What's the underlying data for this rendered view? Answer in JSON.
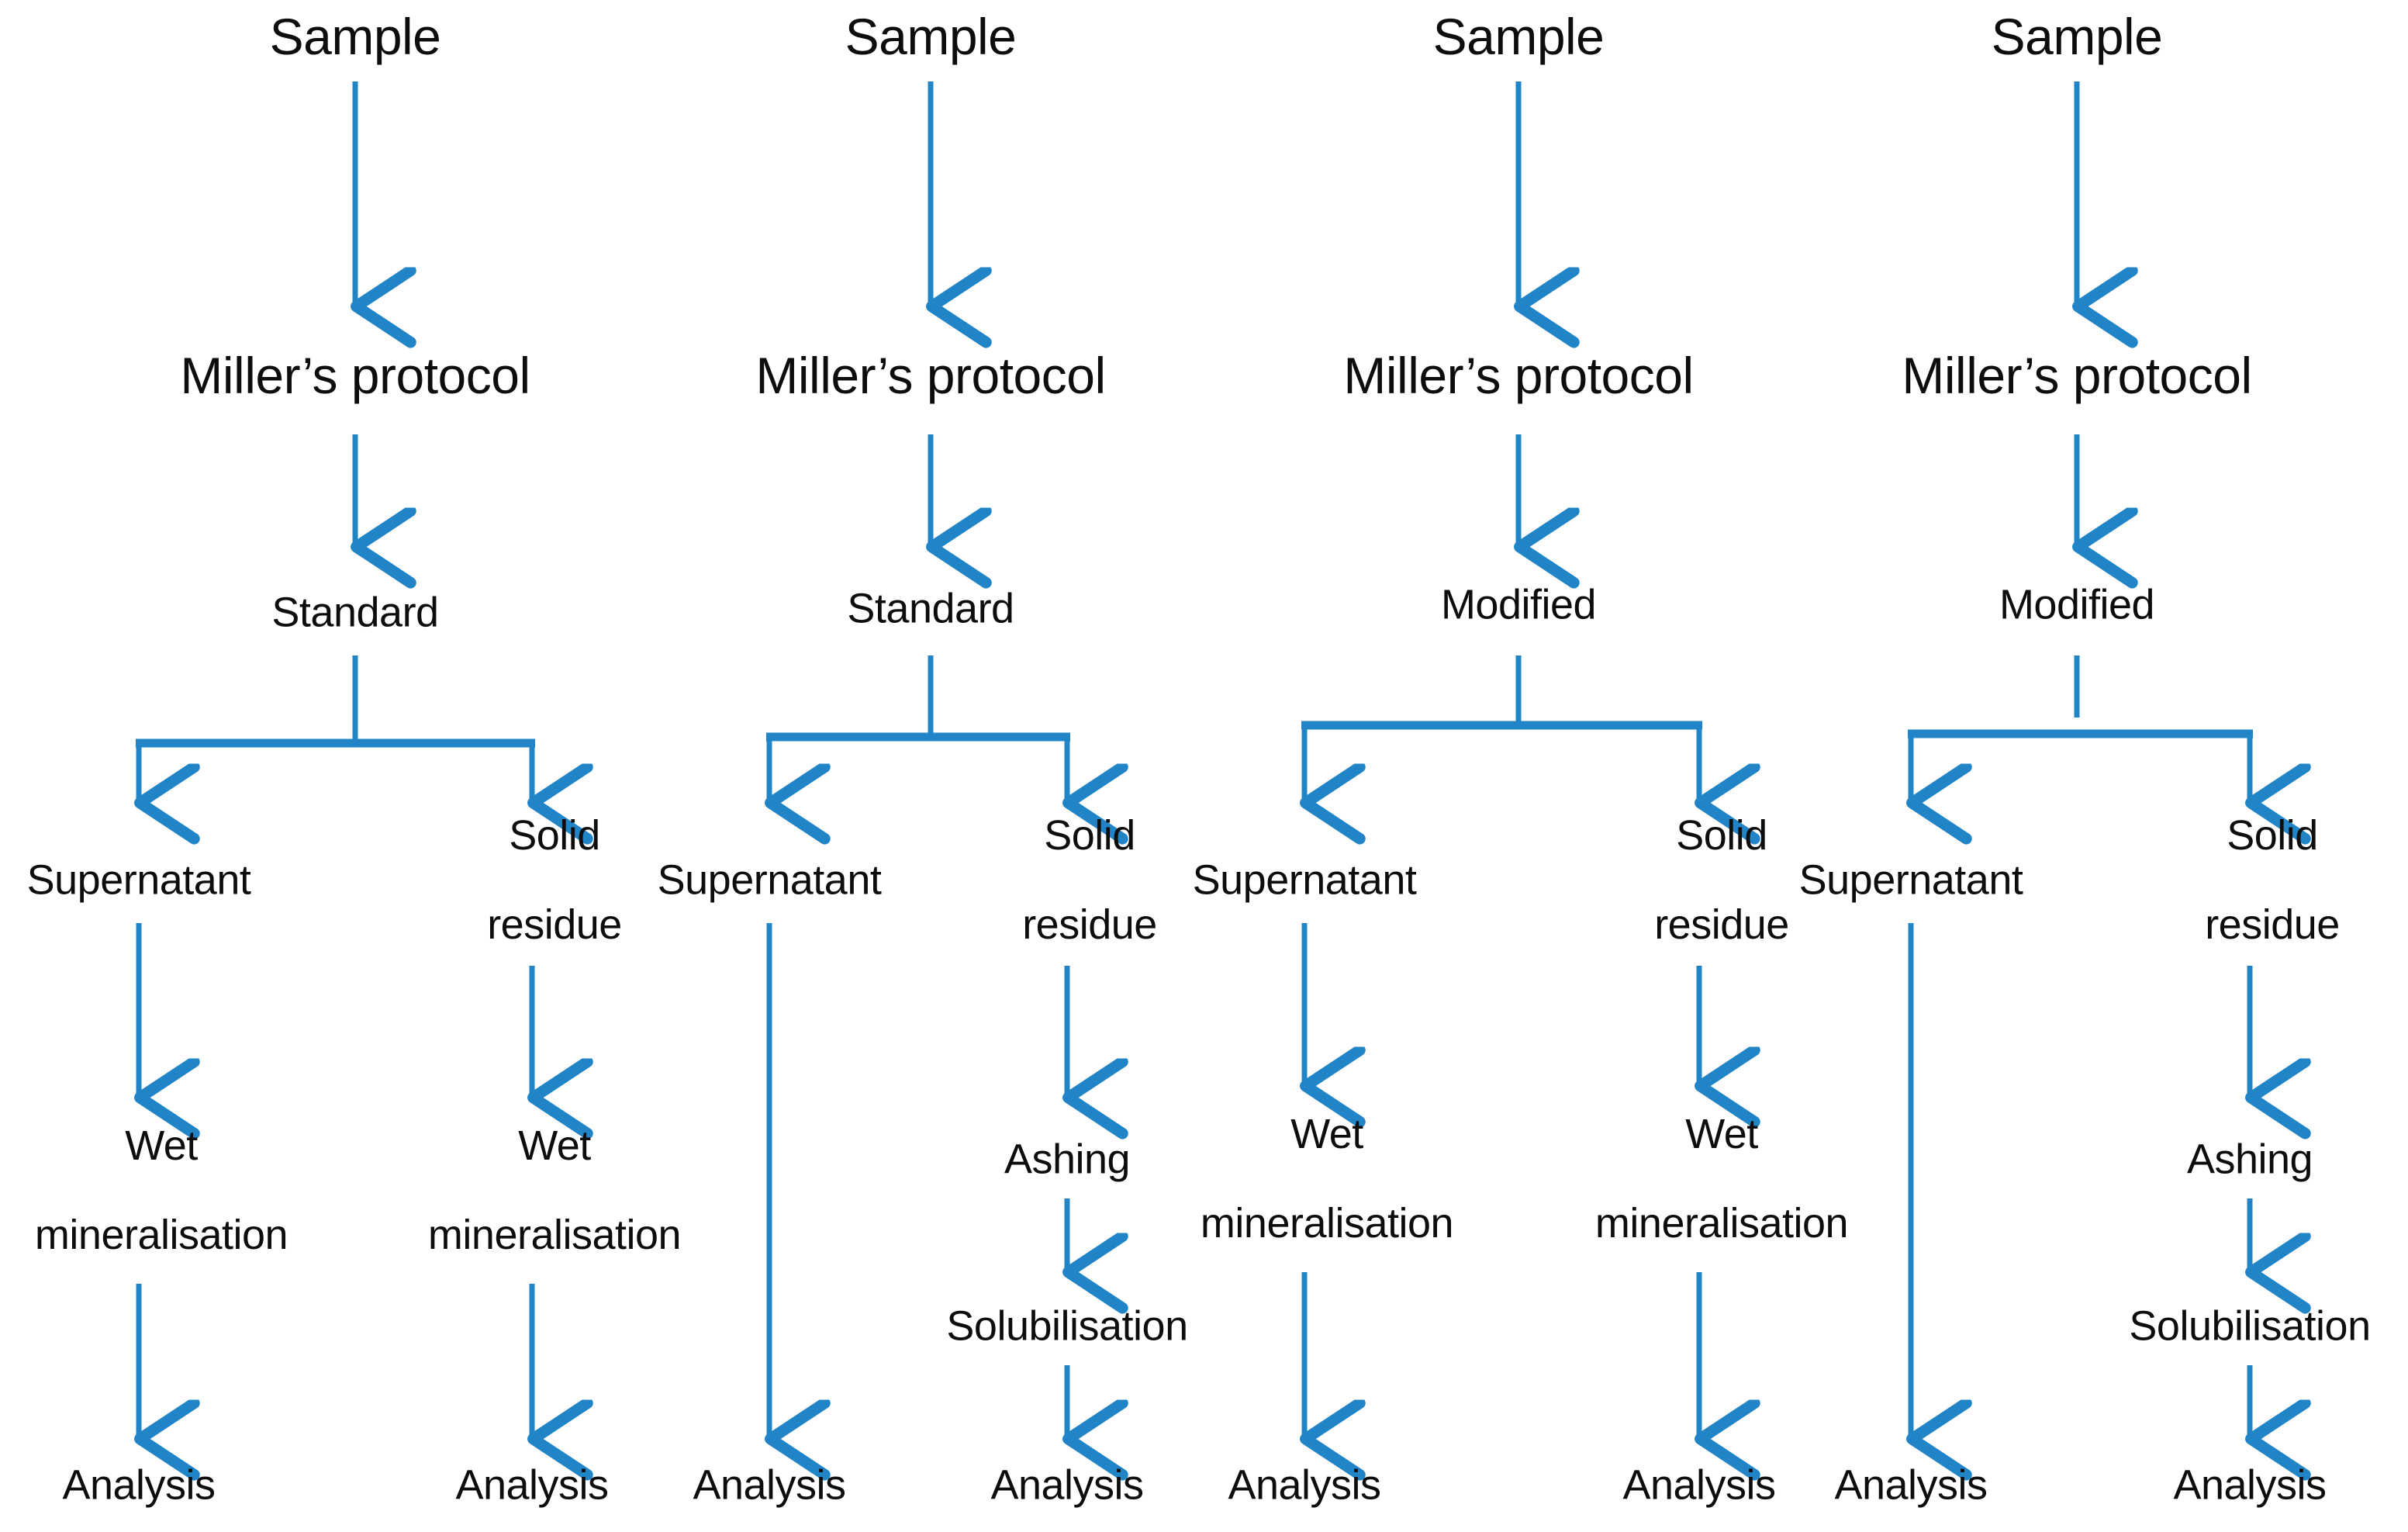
{
  "diagram": {
    "title": "Sample preparation protocol comparison flowchart",
    "accent_color": "#2184C6",
    "text_color": "#0D0D0D",
    "background_color": "#FFFFFF",
    "arrow_style": "open-chevron-head",
    "columns": [
      {
        "id": "column-1",
        "variant": "Standard",
        "nodes": {
          "sample": "Sample",
          "protocol": "Miller’s protocol",
          "branch": "Standard",
          "left_branch": "Supernatant",
          "right_branch_line1": "Solid",
          "right_branch_line2": "residue",
          "left_step1_line1": "Wet",
          "left_step1_line2": "mineralisation",
          "right_step1_line1": "Wet",
          "right_step1_line2": "mineralisation",
          "left_end": "Analysis",
          "right_end": "Analysis"
        }
      },
      {
        "id": "column-2",
        "variant": "Standard",
        "nodes": {
          "sample": "Sample",
          "protocol": "Miller’s protocol",
          "branch": "Standard",
          "left_branch": "Supernatant",
          "right_branch_line1": "Solid",
          "right_branch_line2": "residue",
          "right_step1": "Ashing",
          "right_step2": "Solubilisation",
          "left_end": "Analysis",
          "right_end": "Analysis"
        }
      },
      {
        "id": "column-3",
        "variant": "Modified",
        "nodes": {
          "sample": "Sample",
          "protocol": "Miller’s protocol",
          "branch": "Modified",
          "left_branch": "Supernatant",
          "right_branch_line1": "Solid",
          "right_branch_line2": "residue",
          "left_step1_line1": "Wet",
          "left_step1_line2": "mineralisation",
          "right_step1_line1": "Wet",
          "right_step1_line2": "mineralisation",
          "left_end": "Analysis",
          "right_end": "Analysis"
        }
      },
      {
        "id": "column-4",
        "variant": "Modified",
        "nodes": {
          "sample": "Sample",
          "protocol": "Miller’s protocol",
          "branch": "Modified",
          "left_branch": "Supernatant",
          "right_branch_line1": "Solid",
          "right_branch_line2": "residue",
          "right_step1": "Ashing",
          "right_step2": "Solubilisation",
          "left_end": "Analysis",
          "right_end": "Analysis"
        }
      }
    ]
  }
}
